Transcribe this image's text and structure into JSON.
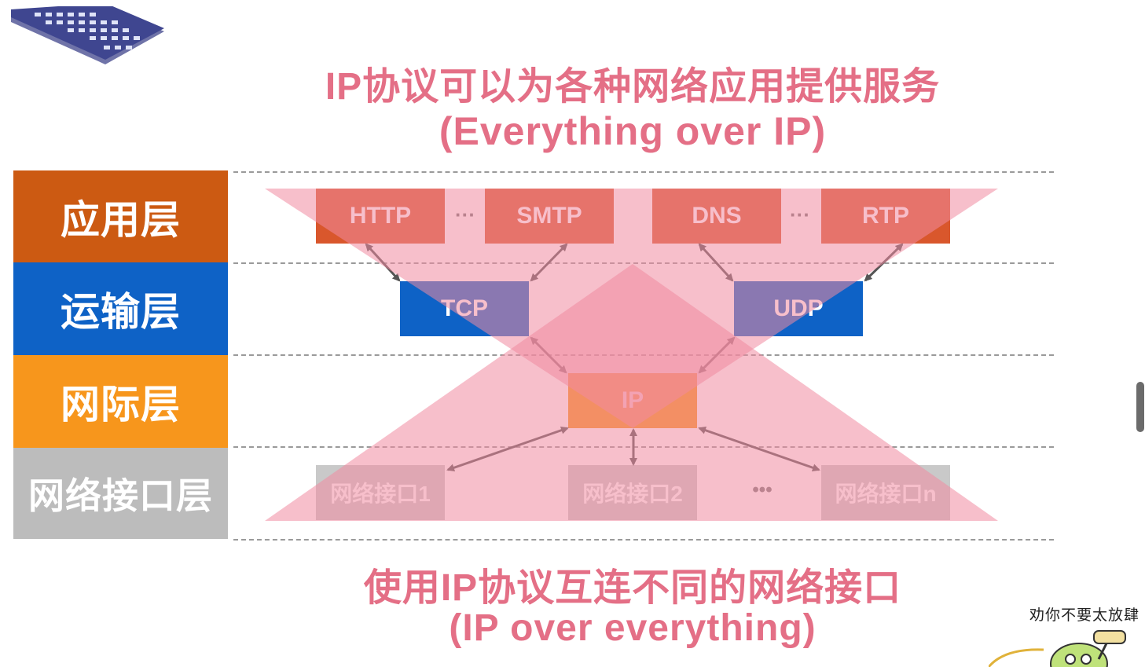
{
  "title_top": {
    "line1": "IP协议可以为各种网络应用提供服务",
    "line2": "(Everything over IP)"
  },
  "title_bottom": {
    "line1": "使用IP协议互连不同的网络接口",
    "line2": "(IP over everything)"
  },
  "layers": [
    {
      "label": "应用层",
      "color": "#cc5a12"
    },
    {
      "label": "运输层",
      "color": "#0e62c6"
    },
    {
      "label": "网际层",
      "color": "#f7961c"
    },
    {
      "label": "网络接口层",
      "color": "#bcbcbc"
    }
  ],
  "application_protocols": [
    "HTTP",
    "SMTP",
    "DNS",
    "RTP"
  ],
  "transport_protocols": [
    "TCP",
    "UDP"
  ],
  "internet_protocol": "IP",
  "network_interfaces": [
    "网络接口1",
    "网络接口2",
    "网络接口n"
  ],
  "ellipsis": "···",
  "ellipsis_large": "•••",
  "colors": {
    "app_box": "#d9572c",
    "transport_box": "#0e62c6",
    "ip_box": "#f7961c",
    "interface_box": "#c9c9c9",
    "overlay_pink": "#f08aa0",
    "title_pink": "#e46f86"
  },
  "watermark": "劝你不要太放肆"
}
